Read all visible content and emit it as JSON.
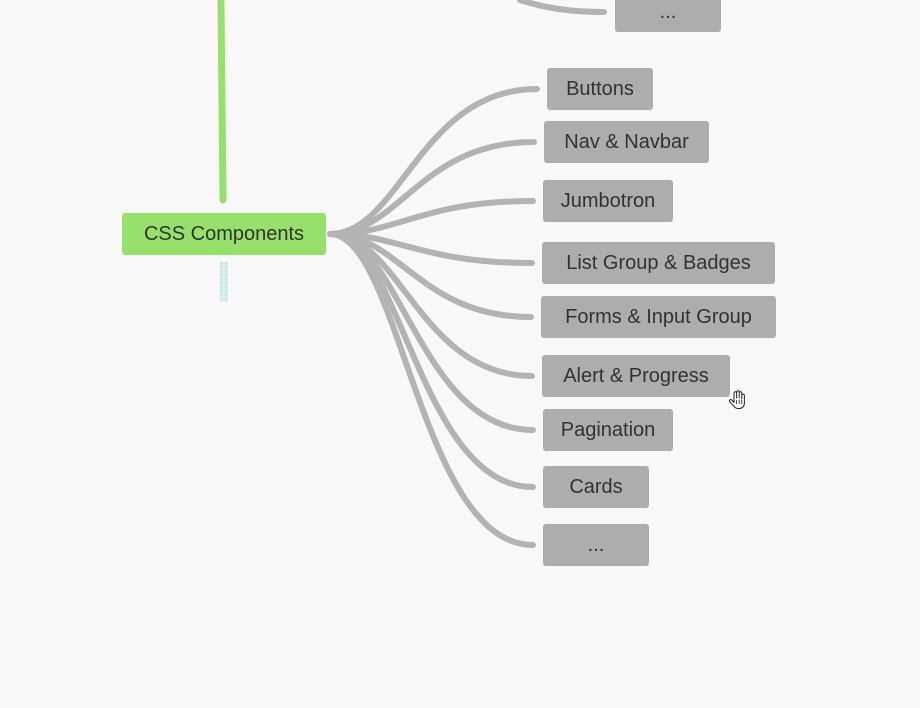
{
  "mindmap": {
    "root": {
      "label": "CSS Components",
      "color": "#96e06c"
    },
    "branch_color": "#b3b3b3",
    "parent_link_color": "#96e06c",
    "top_node": {
      "label": "..."
    },
    "children": [
      {
        "label": "Buttons"
      },
      {
        "label": "Nav & Navbar"
      },
      {
        "label": "Jumbotron"
      },
      {
        "label": "List Group & Badges"
      },
      {
        "label": "Forms & Input Group"
      },
      {
        "label": "Alert & Progress"
      },
      {
        "label": "Pagination"
      },
      {
        "label": "Cards"
      },
      {
        "label": "..."
      }
    ]
  },
  "cursor": {
    "icon": "hand-pointer-icon"
  }
}
